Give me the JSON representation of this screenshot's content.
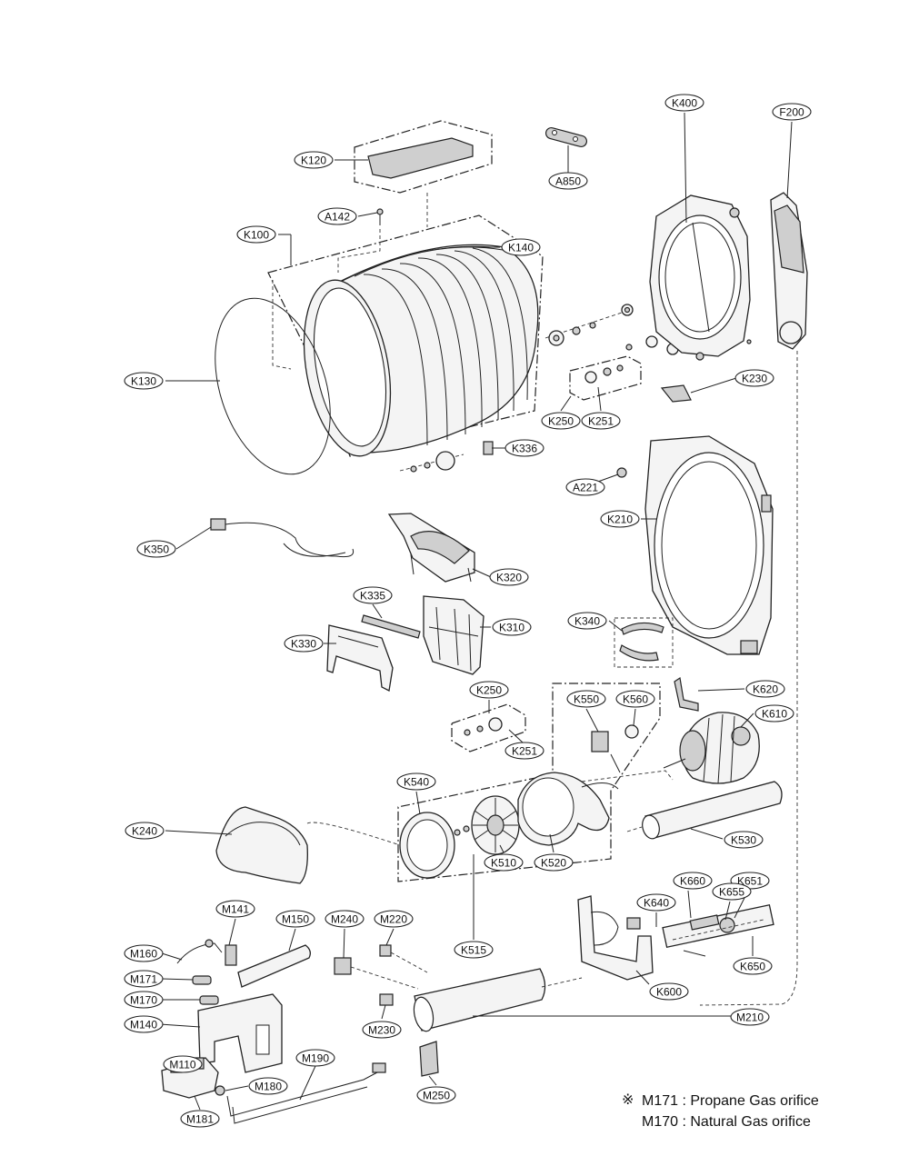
{
  "parts": [
    {
      "id": "k120",
      "code": "K120"
    },
    {
      "id": "a850",
      "code": "A850"
    },
    {
      "id": "k400",
      "code": "K400"
    },
    {
      "id": "f200",
      "code": "F200"
    },
    {
      "id": "a142",
      "code": "A142"
    },
    {
      "id": "k100",
      "code": "K100"
    },
    {
      "id": "k140",
      "code": "K140"
    },
    {
      "id": "k130",
      "code": "K130"
    },
    {
      "id": "k230",
      "code": "K230"
    },
    {
      "id": "k250a",
      "code": "K250"
    },
    {
      "id": "k251a",
      "code": "K251"
    },
    {
      "id": "k336",
      "code": "K336"
    },
    {
      "id": "a221",
      "code": "A221"
    },
    {
      "id": "k210",
      "code": "K210"
    },
    {
      "id": "k350",
      "code": "K350"
    },
    {
      "id": "k320",
      "code": "K320"
    },
    {
      "id": "k335",
      "code": "K335"
    },
    {
      "id": "k310",
      "code": "K310"
    },
    {
      "id": "k330",
      "code": "K330"
    },
    {
      "id": "k340",
      "code": "K340"
    },
    {
      "id": "k250b",
      "code": "K250"
    },
    {
      "id": "k251b",
      "code": "K251"
    },
    {
      "id": "k550",
      "code": "K550"
    },
    {
      "id": "k560",
      "code": "K560"
    },
    {
      "id": "k620",
      "code": "K620"
    },
    {
      "id": "k610",
      "code": "K610"
    },
    {
      "id": "k540",
      "code": "K540"
    },
    {
      "id": "k240",
      "code": "K240"
    },
    {
      "id": "k530",
      "code": "K530"
    },
    {
      "id": "k510",
      "code": "K510"
    },
    {
      "id": "k520",
      "code": "K520"
    },
    {
      "id": "k660",
      "code": "K660"
    },
    {
      "id": "k651",
      "code": "K651"
    },
    {
      "id": "k655",
      "code": "K655"
    },
    {
      "id": "k640",
      "code": "K640"
    },
    {
      "id": "m141",
      "code": "M141"
    },
    {
      "id": "m150",
      "code": "M150"
    },
    {
      "id": "m240",
      "code": "M240"
    },
    {
      "id": "m220",
      "code": "M220"
    },
    {
      "id": "k515",
      "code": "K515"
    },
    {
      "id": "m160",
      "code": "M160"
    },
    {
      "id": "k650",
      "code": "K650"
    },
    {
      "id": "m171",
      "code": "M171"
    },
    {
      "id": "k600",
      "code": "K600"
    },
    {
      "id": "m170",
      "code": "M170"
    },
    {
      "id": "m140",
      "code": "M140"
    },
    {
      "id": "m210",
      "code": "M210"
    },
    {
      "id": "m230",
      "code": "M230"
    },
    {
      "id": "m110",
      "code": "M110"
    },
    {
      "id": "m190",
      "code": "M190"
    },
    {
      "id": "m180",
      "code": "M180"
    },
    {
      "id": "m250",
      "code": "M250"
    },
    {
      "id": "m181",
      "code": "M181"
    }
  ],
  "notes": {
    "mark": "※",
    "line1": "M171 : Propane Gas orifice",
    "line2": "M170 : Natural Gas orifice"
  }
}
